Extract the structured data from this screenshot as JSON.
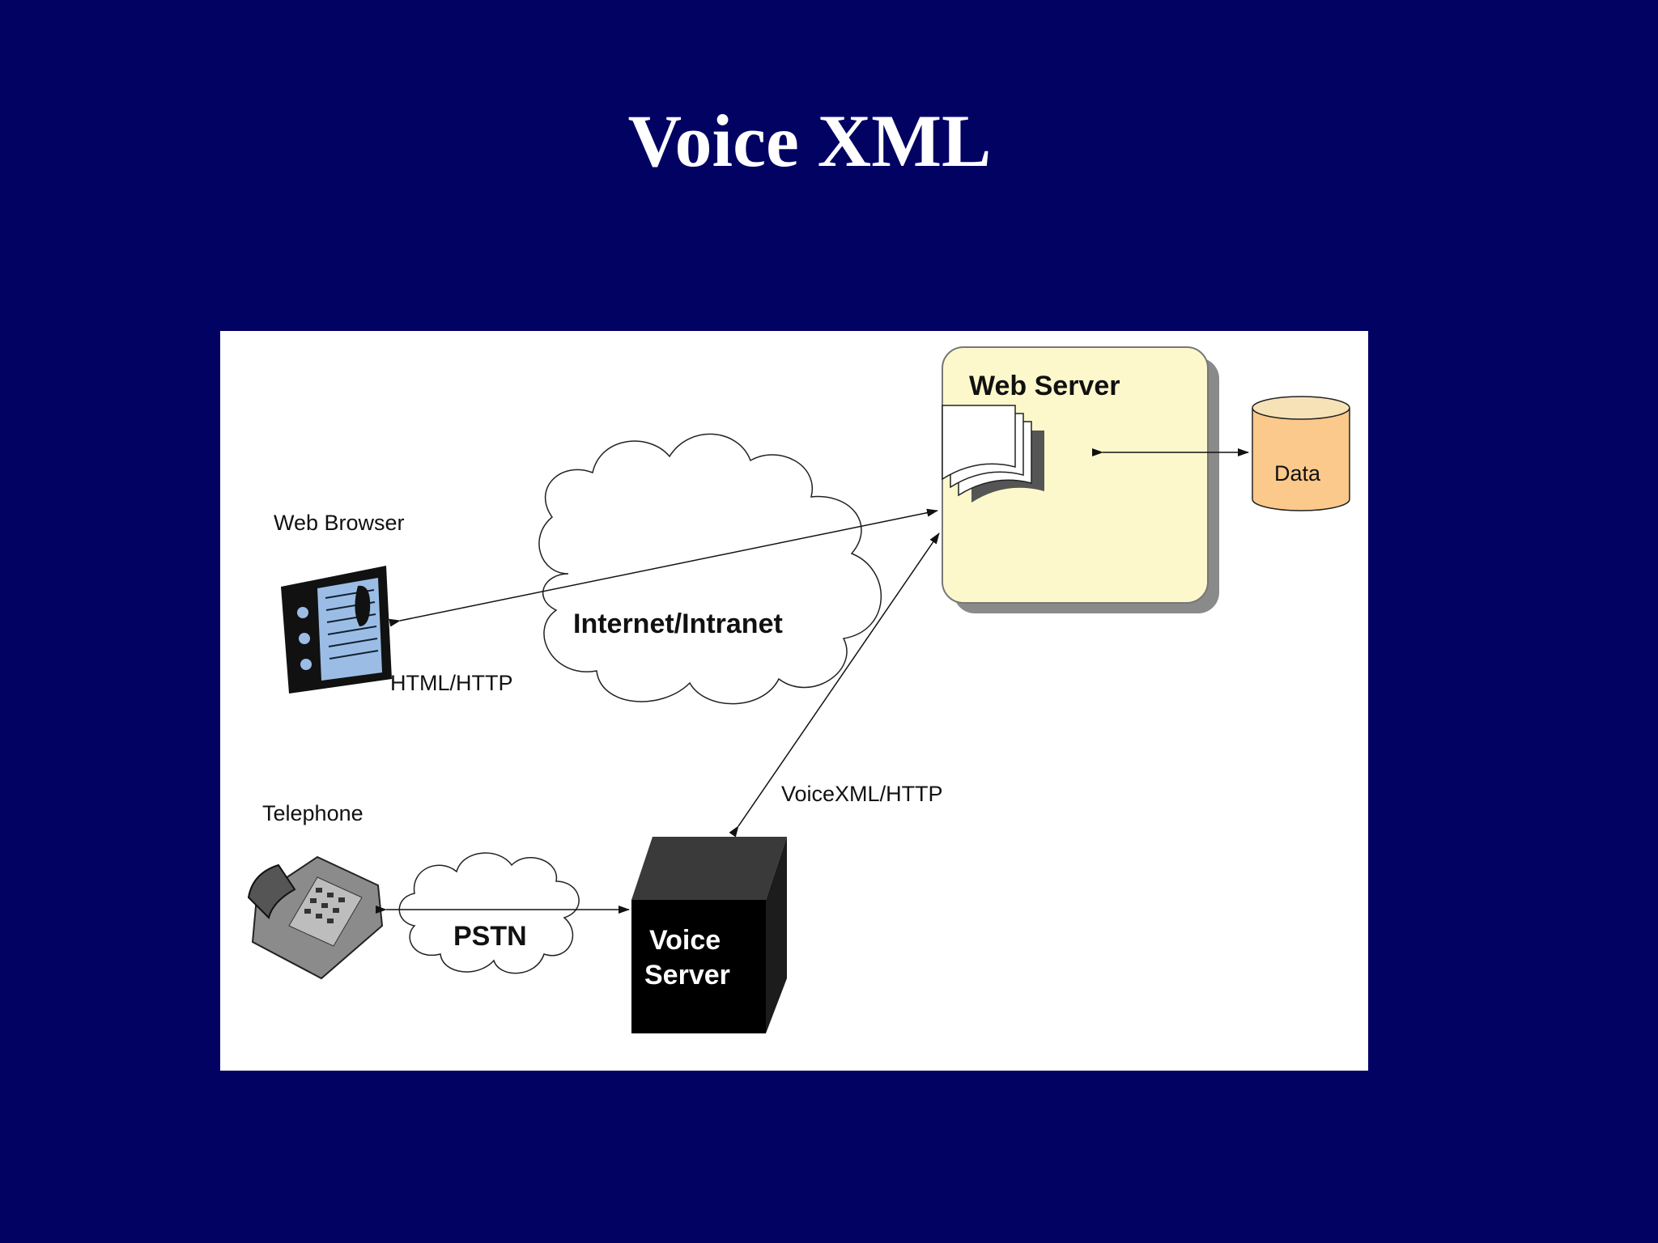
{
  "slide": {
    "title": "Voice XML"
  },
  "diagram": {
    "nodes": {
      "web_server": "Web Server",
      "data": "Data",
      "web_browser": "Web Browser",
      "internet": "Internet/Intranet",
      "telephone": "Telephone",
      "pstn": "PSTN",
      "voice_server_line1": "Voice",
      "voice_server_line2": "Server"
    },
    "edges": {
      "html_http": "HTML/HTTP",
      "voicexml_http": "VoiceXML/HTTP"
    }
  }
}
